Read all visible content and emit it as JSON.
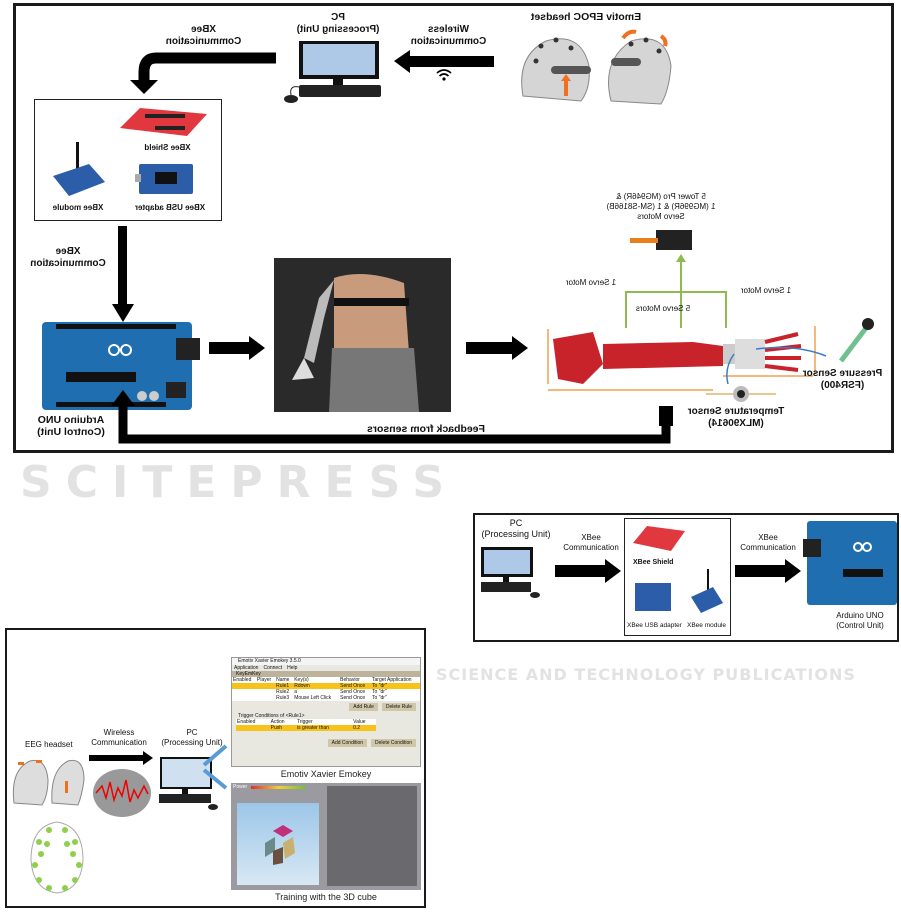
{
  "watermark": {
    "brand": "SCITEPRESS",
    "tagline": "SCIENCE AND TECHNOLOGY PUBLICATIONS"
  },
  "figure1": {
    "pc_label": "PC",
    "pc_sublabel": "(Processing Unit)",
    "wireless_label": "Wireless",
    "wireless_sublabel": "Communication",
    "headset_label": "Emotiv EPOC headset",
    "xbee_comm_top": "XBee",
    "xbee_comm_top_sub": "Communication",
    "xbee_shield": "XBee Shield",
    "xbee_module": "XBee module",
    "xbee_usb": "XBee USB adapter",
    "xbee_comm_left": "XBee",
    "xbee_comm_left_sub": "Communication",
    "arduino_label": "Arduino UNO",
    "arduino_sublabel": "(Control Unit)",
    "servo_label_1": "5 Tower Pro (MG946R) &",
    "servo_label_2": "1 (MG996R) & 1 (SM-S8166B)",
    "servo_label_3": "Servo Motors",
    "servo_a": "1 Servo Motor",
    "servo_b": "5 Servo Motors",
    "servo_c": "1 Servo Motor",
    "pressure_label": "Pressure Sensor",
    "pressure_sublabel": "(FSR400)",
    "temp_label": "Temperature Sensor",
    "temp_sublabel": "(MLX90614)",
    "feedback_label": "Feedback from sensors",
    "text_mirrored": true,
    "colors": {
      "arrow": "#000000",
      "servo_lines": "#8dbb4f",
      "dimension_lines": "#f0a050",
      "sensor_lines": "#3a7cc8",
      "arm": "#c8222a",
      "arduino": "#1f6fb0",
      "shield": "#e0383e"
    }
  },
  "figure2": {
    "pc_label": "PC",
    "pc_sublabel": "(Processing Unit)",
    "comm1": "XBee",
    "comm1_sub": "Communication",
    "xbee_shield": "XBee Shield",
    "xbee_usb": "XBee USB adapter",
    "xbee_module": "XBee module",
    "comm2": "XBee",
    "comm2_sub": "Communication",
    "arduino_label": "Arduino UNO",
    "arduino_sublabel": "(Control Unit)"
  },
  "figure3": {
    "eeg_label": "EEG headset",
    "wireless_label": "Wireless",
    "wireless_sublabel": "Communication",
    "pc_label": "PC",
    "pc_sublabel": "(Processing Unit)",
    "emokey_caption": "Emotiv Xavier Emokey",
    "emokey_window_title": "Emotiv Xavier Emokey 3.5.0",
    "emokey_menu": [
      "Application",
      "Connect",
      "Help"
    ],
    "emokey_tab": "KeyEmKey",
    "emokey_columns": [
      "Enabled",
      "Player",
      "Name",
      "Key(s)",
      "Behavior",
      "Target Application"
    ],
    "emokey_rows": [
      {
        "name": "Rule1",
        "keys": "Rdown",
        "behavior": "Send Once",
        "target": "To \"dr\""
      },
      {
        "name": "Rule2",
        "keys": "a",
        "behavior": "Send Once",
        "target": "To \"dr\""
      },
      {
        "name": "Rule3",
        "keys": "Mouse Left Click",
        "behavior": "Send Once",
        "target": "To \"dr\""
      }
    ],
    "add_rule": "Add Rule",
    "delete_rule": "Delete Rule",
    "trigger_title": "Trigger Conditions of <Rule1>",
    "trigger_columns": [
      "Enabled",
      "Action",
      "Trigger",
      "Value"
    ],
    "trigger_row": {
      "action": "Push",
      "trigger": "is greater than",
      "value": "0.2"
    },
    "add_condition": "Add Condition",
    "delete_condition": "Delete Condition",
    "cube_caption": "Training with the 3D cube",
    "cube_power_label": "Power"
  }
}
